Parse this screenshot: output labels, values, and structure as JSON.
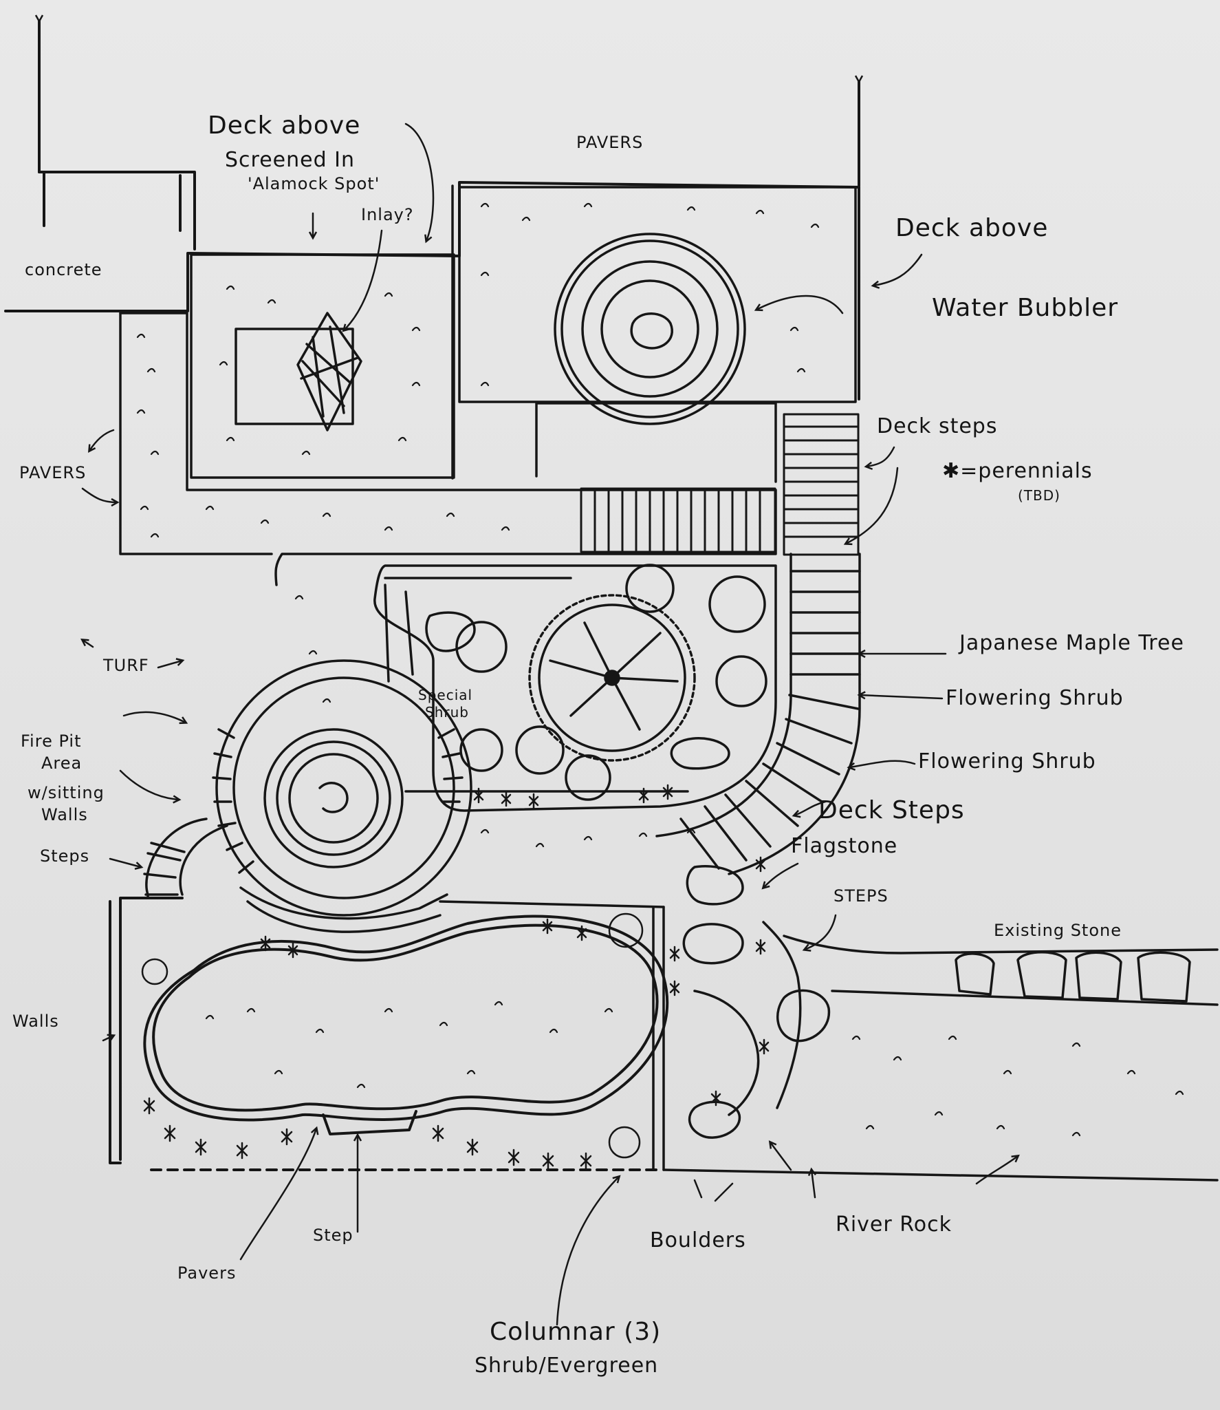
{
  "labels": {
    "deck_above_1": "Deck above",
    "screened_in_1": "Screened In",
    "screened_in_2": "'Alamock Spot'",
    "inlay": "Inlay?",
    "pavers_top": "PAVERS",
    "deck_above_2": "Deck above",
    "water_bubbler": "Water Bubbler",
    "concrete": "concrete",
    "deck_steps_1": "Deck steps",
    "perennials_1": "✱=perennials",
    "perennials_2": "(TBD)",
    "pavers_left": "PAVERS",
    "turf": "TURF",
    "japanese_maple": "Japanese Maple Tree",
    "flowering_shrub_1": "Flowering Shrub",
    "flowering_shrub_2": "Flowering Shrub",
    "special_shrub_1": "Special",
    "special_shrub_2": "Shrub",
    "fire_pit_1": "Fire Pit",
    "fire_pit_2": "Area",
    "fire_pit_3": "w/sitting",
    "fire_pit_4": "Walls",
    "deck_steps_2": "Deck Steps",
    "flagstone": "Flagstone",
    "steps_caps": "STEPS",
    "steps_left": "Steps",
    "existing_stone": "Existing Stone",
    "walls": "Walls",
    "step": "Step",
    "pavers_bottom": "Pavers",
    "boulders": "Boulders",
    "river_rock": "River Rock",
    "columnar_1": "Columnar (3)",
    "columnar_2": "Shrub/Evergreen"
  },
  "colors": {
    "ink": "#161616",
    "paper": "#e6e6e6"
  }
}
